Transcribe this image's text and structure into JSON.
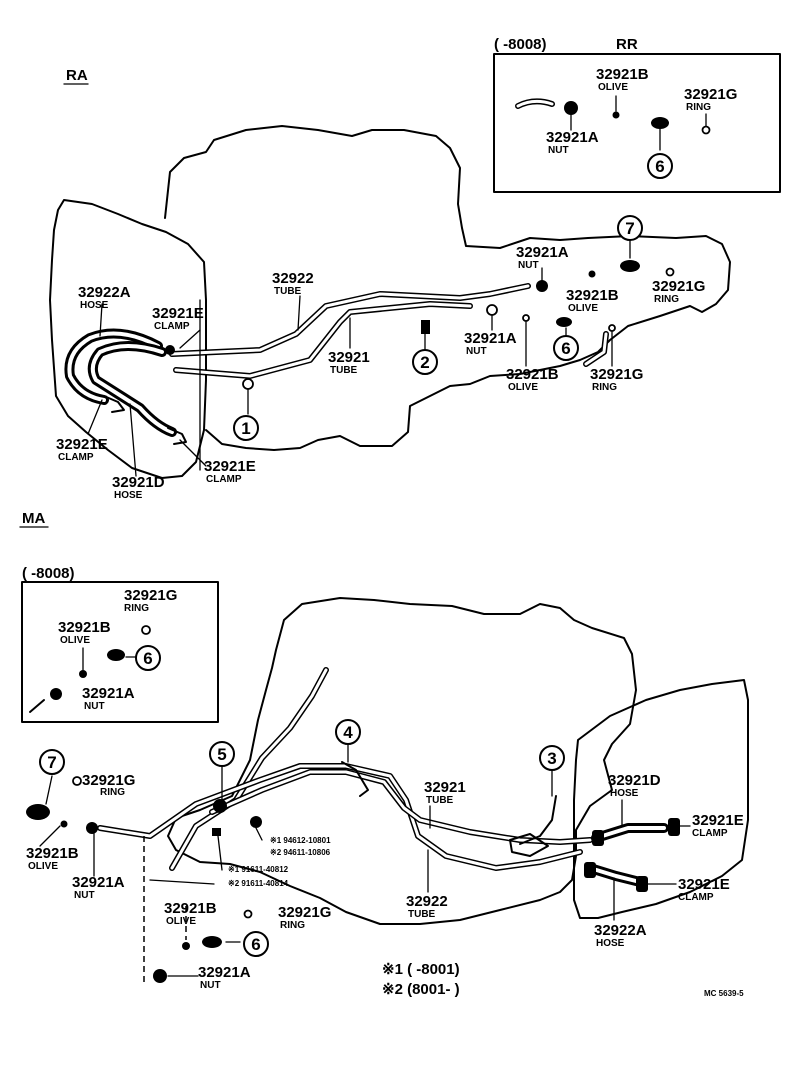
{
  "ra": {
    "section_label": "RA",
    "inset": {
      "range": "(      -8008)",
      "tag": "RR"
    },
    "inset_parts": [
      {
        "pn": "32921B",
        "name": "OLIVE"
      },
      {
        "pn": "32921G",
        "name": "RING"
      },
      {
        "pn": "32921A",
        "name": "NUT"
      }
    ],
    "inset_callout": "6",
    "parts": {
      "hose_a": {
        "pn": "32922A",
        "name": "HOSE"
      },
      "clamp_e1": {
        "pn": "32921E",
        "name": "CLAMP"
      },
      "tube_32922": {
        "pn": "32922",
        "name": "TUBE"
      },
      "tube_32921": {
        "pn": "32921",
        "name": "TUBE"
      },
      "nut_a1": {
        "pn": "32921A",
        "name": "NUT"
      },
      "olive_b1": {
        "pn": "32921B",
        "name": "OLIVE"
      },
      "ring_g1": {
        "pn": "32921G",
        "name": "RING"
      },
      "nut_a2": {
        "pn": "32921A",
        "name": "NUT"
      },
      "olive_b2": {
        "pn": "32921B",
        "name": "OLIVE"
      },
      "ring_g2": {
        "pn": "32921G",
        "name": "RING"
      },
      "clamp_e2": {
        "pn": "32921E",
        "name": "CLAMP"
      },
      "hose_d": {
        "pn": "32921D",
        "name": "HOSE"
      },
      "clamp_e3": {
        "pn": "32921E",
        "name": "CLAMP"
      }
    },
    "callouts": {
      "c1": "1",
      "c2": "2",
      "c6": "6",
      "c7": "7"
    }
  },
  "ma": {
    "section_label": "MA",
    "inset": {
      "range": "(      -8008)"
    },
    "inset_parts": [
      {
        "pn": "32921G",
        "name": "RING"
      },
      {
        "pn": "32921B",
        "name": "OLIVE"
      },
      {
        "pn": "32921A",
        "name": "NUT"
      }
    ],
    "inset_callout": "6",
    "parts": {
      "ring_g1": {
        "pn": "32921G",
        "name": "RING"
      },
      "olive_b1": {
        "pn": "32921B",
        "name": "OLIVE"
      },
      "nut_a1": {
        "pn": "32921A",
        "name": "NUT"
      },
      "bolt_1": "※1 91611-40812",
      "bolt_2": "※2 91611-40814",
      "bolt_3": "※1 94612-10801",
      "bolt_4": "※2 94611-10806",
      "olive_b2": {
        "pn": "32921B",
        "name": "OLIVE"
      },
      "ring_g2": {
        "pn": "32921G",
        "name": "RING"
      },
      "nut_a2": {
        "pn": "32921A",
        "name": "NUT"
      },
      "tube_32921": {
        "pn": "32921",
        "name": "TUBE"
      },
      "tube_32922": {
        "pn": "32922",
        "name": "TUBE"
      },
      "hose_d": {
        "pn": "32921D",
        "name": "HOSE"
      },
      "clamp_e1": {
        "pn": "32921E",
        "name": "CLAMP"
      },
      "clamp_e2": {
        "pn": "32921E",
        "name": "CLAMP"
      },
      "hose_a": {
        "pn": "32922A",
        "name": "HOSE"
      }
    },
    "callouts": {
      "c3": "3",
      "c4": "4",
      "c5": "5",
      "c6": "6",
      "c7": "7"
    }
  },
  "legend": {
    "line1": "※1 (        -8001)",
    "line2": "※2 (8001-          )"
  },
  "figure_code": "MC 5639-5"
}
